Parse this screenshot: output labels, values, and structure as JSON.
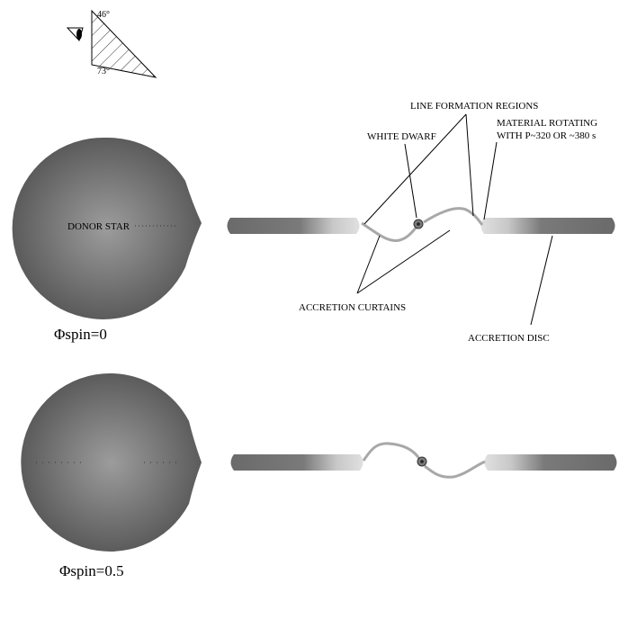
{
  "inclination": {
    "top_angle": "46°",
    "bottom_angle": "73°"
  },
  "labels": {
    "line_formation": "LINE FORMATION REGIONS",
    "white_dwarf": "WHITE DWARF",
    "material_rotating_1": "MATERIAL ROTATING",
    "material_rotating_2": "WITH P~320 OR ~380 s",
    "donor_star": "DONOR STAR",
    "accretion_curtains": "ACCRETION CURTAINS",
    "accretion_disc": "ACCRETION DISC"
  },
  "phases": {
    "phase_0": "Φspin=0",
    "phase_05": "Φspin=0.5"
  },
  "colors": {
    "star_light": "#9c9c9c",
    "star_dark": "#4a4a4a",
    "disc_dark": "#6e6e6e",
    "disc_light": "#d0d0d0",
    "curtain": "#a8a8a8"
  }
}
